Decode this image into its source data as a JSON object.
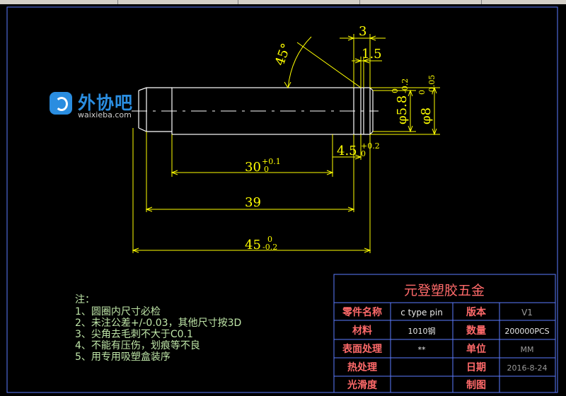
{
  "dimensions": {
    "angle": "45°",
    "chamfer_width": "3",
    "groove_width": "1.5",
    "dia_groove": "φ5.8",
    "dia_groove_tol_upper": "0",
    "dia_groove_tol_lower": "-0.2",
    "dia_pin": "φ8",
    "dia_pin_tol_upper": "0",
    "dia_pin_tol_lower": "-0.05",
    "len_4_5": "4.5",
    "len_4_5_tol_upper": "+0.2",
    "len_4_5_tol_lower": "0",
    "len_30": "30",
    "len_30_tol_upper": "+0.1",
    "len_30_tol_lower": "0",
    "len_39": "39",
    "len_45": "45",
    "len_45_tol_upper": "0",
    "len_45_tol_lower": "-0.2"
  },
  "watermark": {
    "brand": "外协吧",
    "url": "waixieba.com"
  },
  "notes": {
    "title": "注：",
    "items": [
      "1、圆圈内尺寸必检",
      "2、未注公差+/-0.03，其他尺寸按3D",
      "3、尖角去毛刺不大于C0.1",
      "4、不能有压伤，划痕等不良",
      "5、用专用吸塑盒装序"
    ]
  },
  "title_block": {
    "company": "元登塑胶五金",
    "part_name_label": "零件名称",
    "part_name_value": "c type pin",
    "version_label": "版本",
    "version_value": "V1",
    "material_label": "材料",
    "material_value": "1010钢",
    "qty_label": "数量",
    "qty_value": "200000PCS",
    "surface_label": "表面处理",
    "surface_value": "**",
    "unit_label": "单位",
    "unit_value": "MM",
    "heat_label": "热处理",
    "heat_value": "",
    "date_label": "日期",
    "date_value": "2016-8-24",
    "smooth_label": "光滑度",
    "smooth_value": "",
    "drawing_label": "制图",
    "drawing_value": ""
  },
  "colors": {
    "background": "#000000",
    "outline": "#ffffff",
    "dimension": "#ffff00",
    "border": "#5c7cff",
    "notes": "#bfe6a8",
    "title_red": "#ff6a6a"
  }
}
